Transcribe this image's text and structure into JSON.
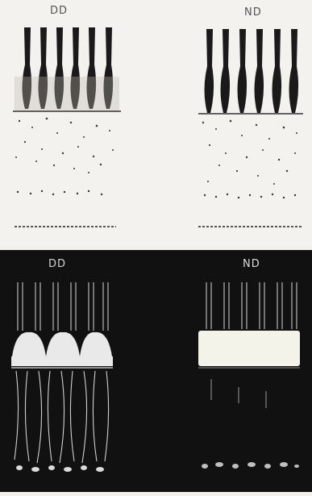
{
  "labels": {
    "dd_top": "DD",
    "nd_top": "ND",
    "dd_bottom": "DD",
    "nd_bottom": "ND"
  },
  "colors": {
    "ink": "#1a1a1a",
    "light_bg": "#f4f2ee",
    "dark_bg": "#111111",
    "fiber": "#e6e6e6"
  }
}
